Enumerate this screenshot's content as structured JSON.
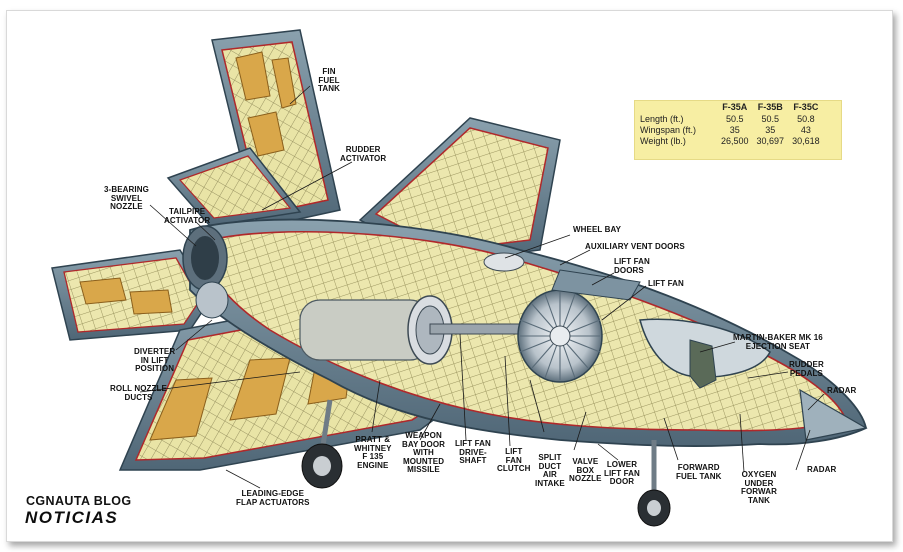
{
  "branding": {
    "blog_name": "CGNAUTA BLOG",
    "section": "NOTICIAS"
  },
  "specs_table": {
    "columns": [
      "F-35A",
      "F-35B",
      "F-35C"
    ],
    "rows": [
      {
        "label": "Length (ft.)",
        "values": [
          "50.5",
          "50.5",
          "50.8"
        ]
      },
      {
        "label": "Wingspan (ft.)",
        "values": [
          "35",
          "35",
          "43"
        ]
      },
      {
        "label": "Weight (lb.)",
        "values": [
          "26,500",
          "30,697",
          "30,618"
        ]
      }
    ]
  },
  "labels": {
    "fin_fuel_tank": "FIN\nFUEL\nTANK",
    "rudder_activator": "RUDDER\nACTIVATOR",
    "swivel_nozzle": "3-BEARING\nSWIVEL\nNOZZLE",
    "tailpipe_activator": "TAILPIPE\nACTIVATOR",
    "wheel_bay": "WHEEL BAY",
    "auxiliary_vent_doors": "AUXILIARY VENT DOORS",
    "lift_fan_doors": "LIFT FAN\nDOORS",
    "lift_fan": "LIFT FAN",
    "ejection_seat": "MARTIN-BAKER MK 16\nEJECTION SEAT",
    "rudder_pedals": "RUDDER\nPEDALS",
    "radar_top": "RADAR",
    "radar_bottom": "RADAR",
    "diverter": "DIVERTER\nIN LIFT\nPOSITION",
    "roll_nozzle_ducts": "ROLL NOZZLE\nDUCTS",
    "engine": "PRATT &\nWHITNEY\nF 135\nENGINE",
    "weapon_bay_door": "WEAPON\nBAY DOOR\nWITH\nMOUNTED\nMISSILE",
    "lift_fan_drive_shaft": "LIFT FAN\nDRIVE-\nSHAFT",
    "lift_fan_clutch": "LIFT\nFAN\nCLUTCH",
    "split_duct_air_intake": "SPLIT\nDUCT\nAIR\nINTAKE",
    "valve_box_nozzle": "VALVE\nBOX\nNOZZLE",
    "lower_lift_fan_door": "LOWER\nLIFT FAN\nDOOR",
    "forward_fuel_tank": "FORWARD\nFUEL TANK",
    "oxygen_tank": "OXYGEN\nUNDER\nFORWAR\nTANK",
    "flap_actuators": "LEADING-EDGE\nFLAP ACTUATORS"
  },
  "colors": {
    "airframe_skin": "#6f8796",
    "airframe_dark": "#3f5564",
    "structure_fill": "#e8e3a8",
    "structure_line": "#8d8752",
    "fuel_tank": "#d9a74a",
    "red_outline": "#b0282a",
    "spec_bg": "#f7eea3"
  }
}
